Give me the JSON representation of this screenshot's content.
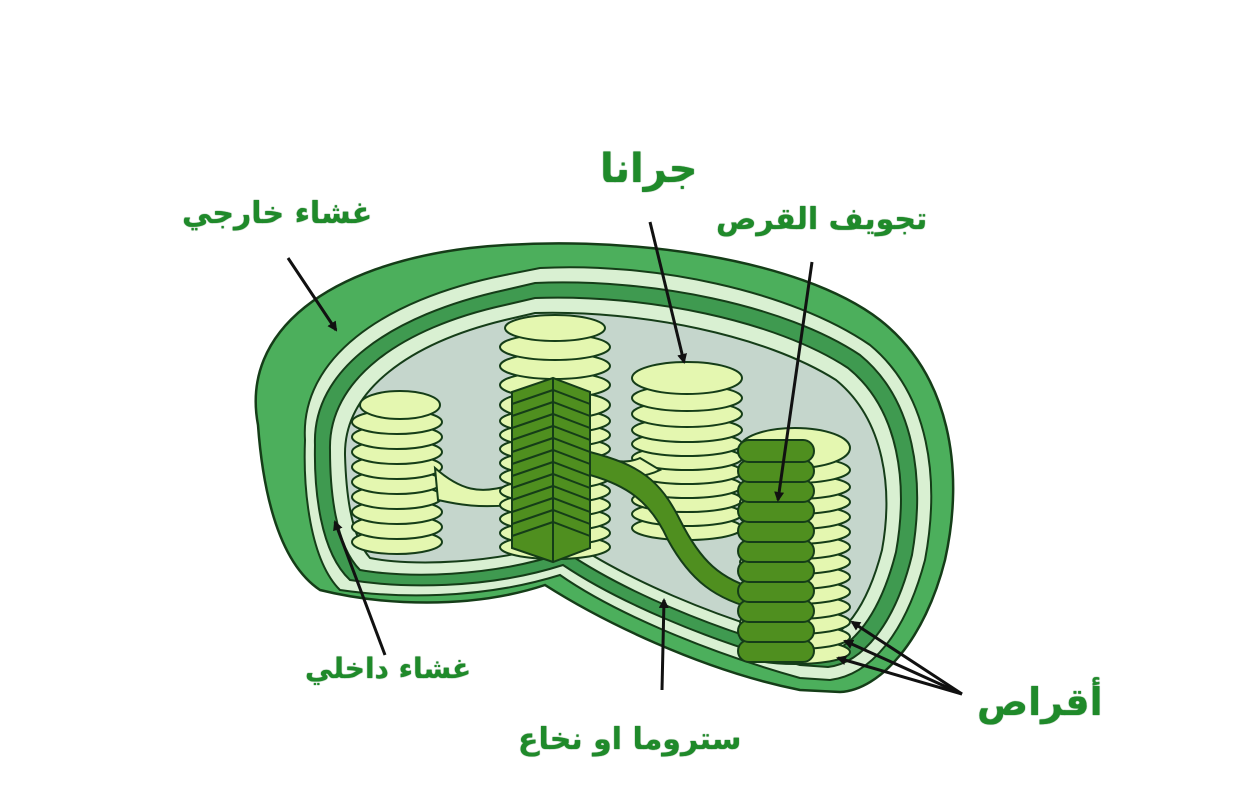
{
  "diagram": {
    "subject": "Chloroplast structure (cutaway)",
    "colors": {
      "outer_membrane": "#4caf5c",
      "intermembrane_light": "#d9f0d2",
      "inner_membrane": "#3f9a50",
      "stroma": "#c5d6cc",
      "thylakoid_light": "#e4f7b0",
      "thylakoid_dark": "#4f8f1f",
      "label_text": "#1f8a2a",
      "arrow": "#111111"
    },
    "labels": {
      "outer_membrane": "غشاء خارجي",
      "grana": "جرانا",
      "thylakoid_lumen": "تجويف القرص",
      "inner_membrane": "غشاء داخلي",
      "stroma": "ستروما او نخاع",
      "thylakoids": "أقراص"
    }
  }
}
